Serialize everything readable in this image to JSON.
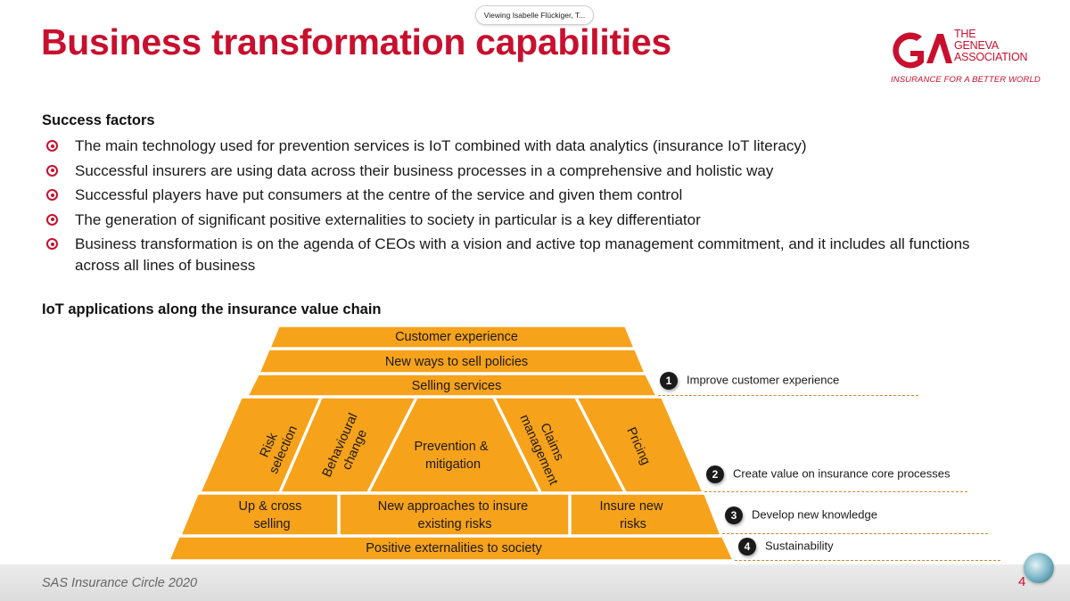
{
  "viewing_banner": "Viewing Isabelle Flückiger, T...",
  "title": "Business transformation capabilities",
  "logo": {
    "name_line1": "THE",
    "name_line2": "GENEVA",
    "name_line3": "ASSOCIATION",
    "tagline": "INSURANCE FOR A BETTER WORLD",
    "brand_color": "#c8102e"
  },
  "success_factors": {
    "heading": "Success factors",
    "items": [
      "The main technology used for prevention services is IoT combined with data analytics (insurance IoT literacy)",
      "Successful insurers are using data across their business processes in a comprehensive and holistic way",
      "Successful players have put consumers at the centre of the service and given them control",
      "The generation of significant positive externalities to society in particular is a key differentiator",
      "Business transformation is on the agenda of CEOs with a vision and active top management commitment, and it includes all functions across all lines of business"
    ]
  },
  "value_chain": {
    "heading": "IoT applications along the insurance value chain",
    "fill_color": "#f7a21b",
    "layers": {
      "customer_experience": "Customer experience",
      "new_ways": "New ways to sell policies",
      "selling_services": "Selling services",
      "risk_selection": [
        "Risk",
        "selection"
      ],
      "behavioural_change": [
        "Behavioural",
        "change"
      ],
      "prevention": [
        "Prevention &",
        "mitigation"
      ],
      "claims": [
        "Claims",
        "management"
      ],
      "pricing": "Pricing",
      "up_cross": [
        "Up & cross",
        "selling"
      ],
      "new_approaches": [
        "New approaches to insure",
        "existing risks"
      ],
      "insure_new": [
        "Insure new",
        "risks"
      ],
      "positive": "Positive externalities to society"
    },
    "callouts": [
      {
        "number": "1",
        "label": "Improve customer experience"
      },
      {
        "number": "2",
        "label": "Create value on insurance core processes"
      },
      {
        "number": "3",
        "label": "Develop new knowledge"
      },
      {
        "number": "4",
        "label": "Sustainability"
      }
    ]
  },
  "footer": {
    "event": "SAS Insurance Circle 2020",
    "page_number": "4"
  }
}
